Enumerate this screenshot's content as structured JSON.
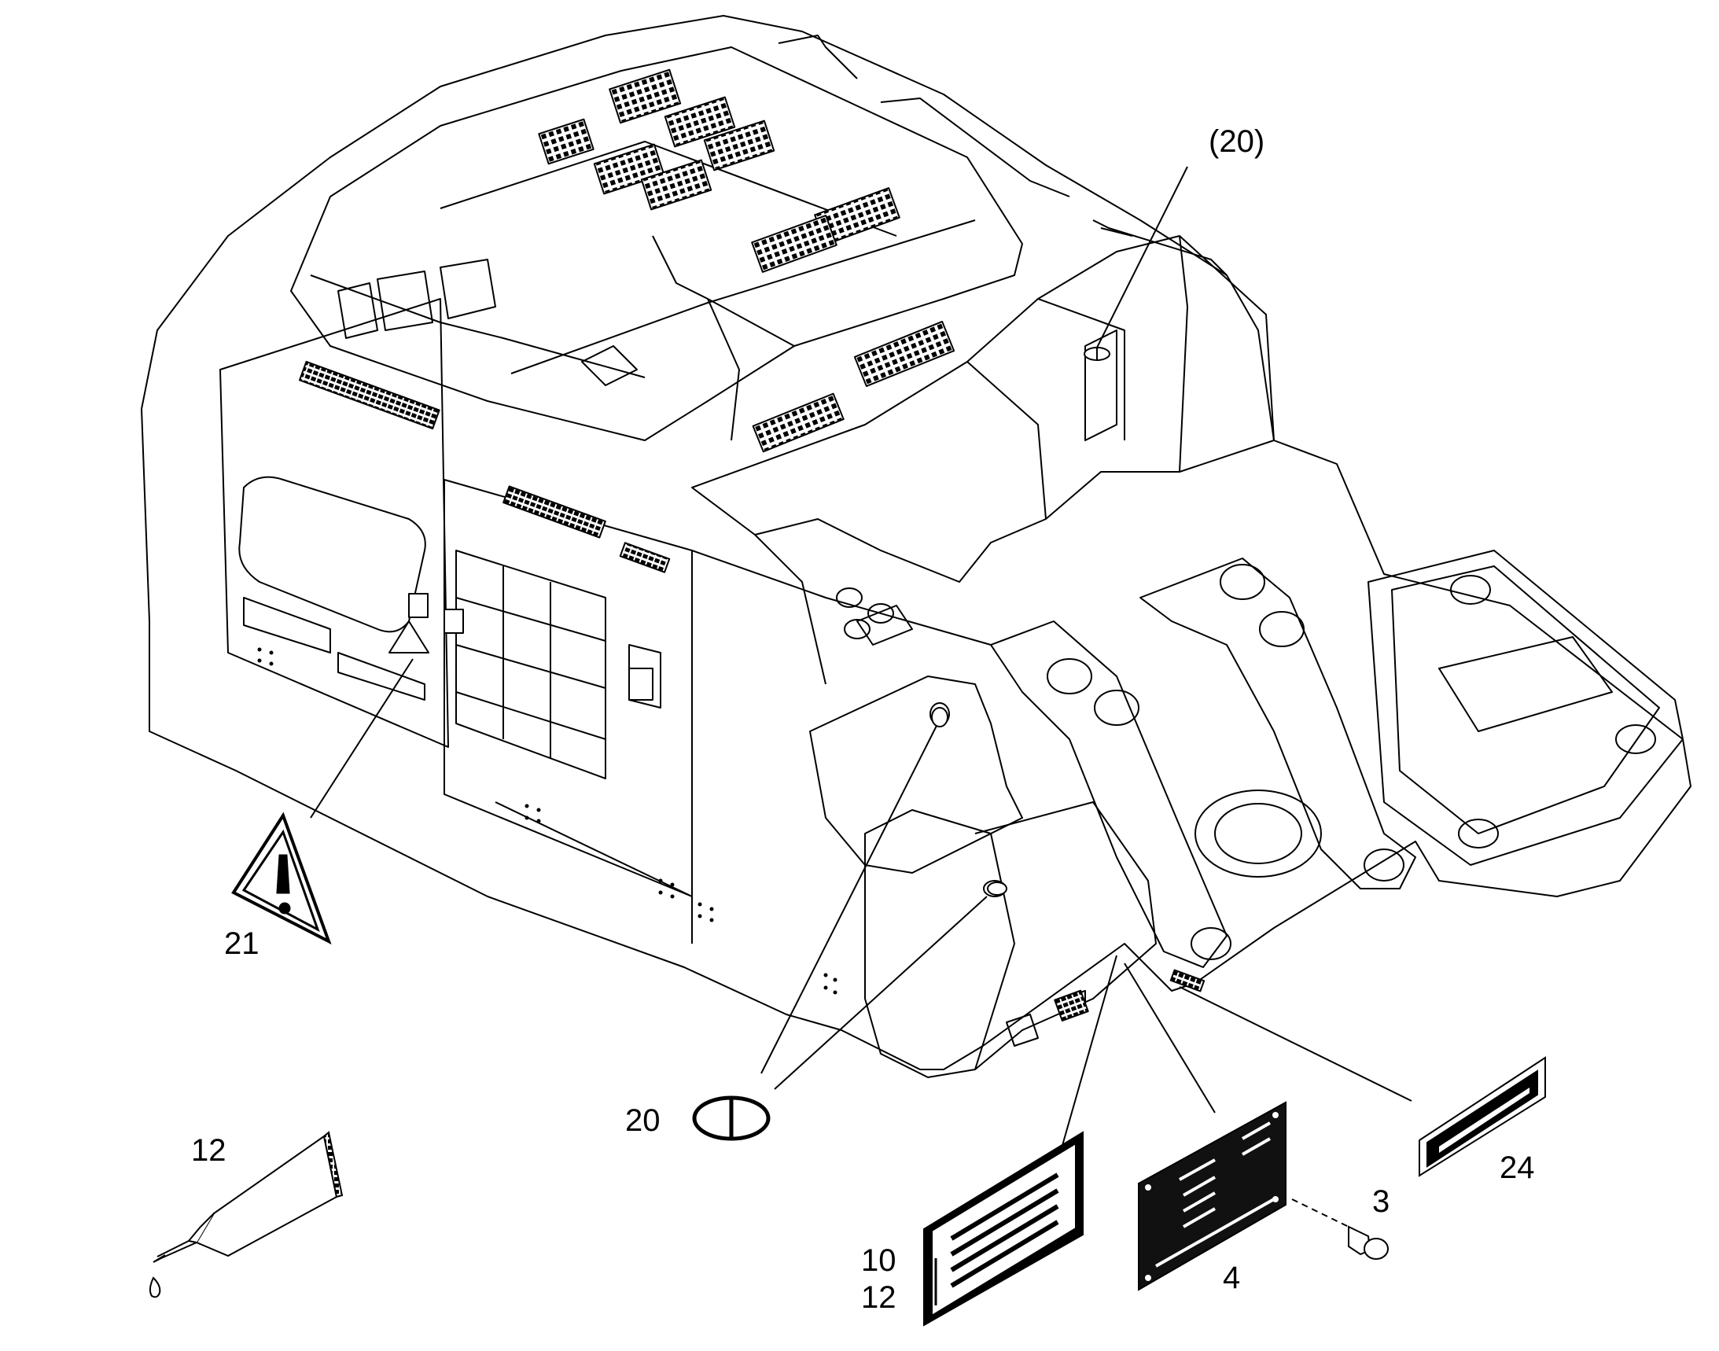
{
  "callouts": {
    "ref_20_paren": "(20)",
    "ref_21": "21",
    "ref_20": "20",
    "ref_12_tube": "12",
    "ref_10": "10",
    "ref_12_plate": "12",
    "ref_4": "4",
    "ref_3": "3",
    "ref_24": "24"
  },
  "colors": {
    "line": "#000000",
    "background": "#ffffff",
    "fill_dark": "#111111"
  },
  "icons": [
    "warning-triangle-icon",
    "plug-cap-icon",
    "sealant-tube-icon",
    "rivet-icon",
    "grille-decal-icon"
  ]
}
